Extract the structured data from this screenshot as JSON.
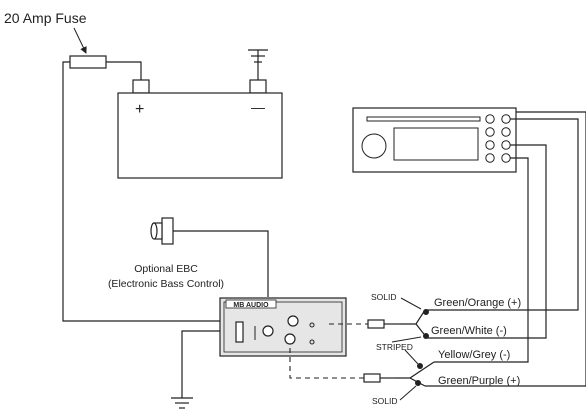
{
  "labels": {
    "fuse": "20 Amp Fuse",
    "battery_positive": "+",
    "battery_negative": "—",
    "ebc_line1": "Optional EBC",
    "ebc_line2": "(Electronic Bass Control)",
    "brand": "MB AUDIO",
    "solid_top": "SOLID",
    "solid_bottom": "SOLID",
    "striped": "STRIPED",
    "wire_green_orange": "Green/Orange (+)",
    "wire_green_white": "Green/White (-)",
    "wire_yellow_grey": "Yellow/Grey (-)",
    "wire_green_purple": "Green/Purple (+)"
  }
}
